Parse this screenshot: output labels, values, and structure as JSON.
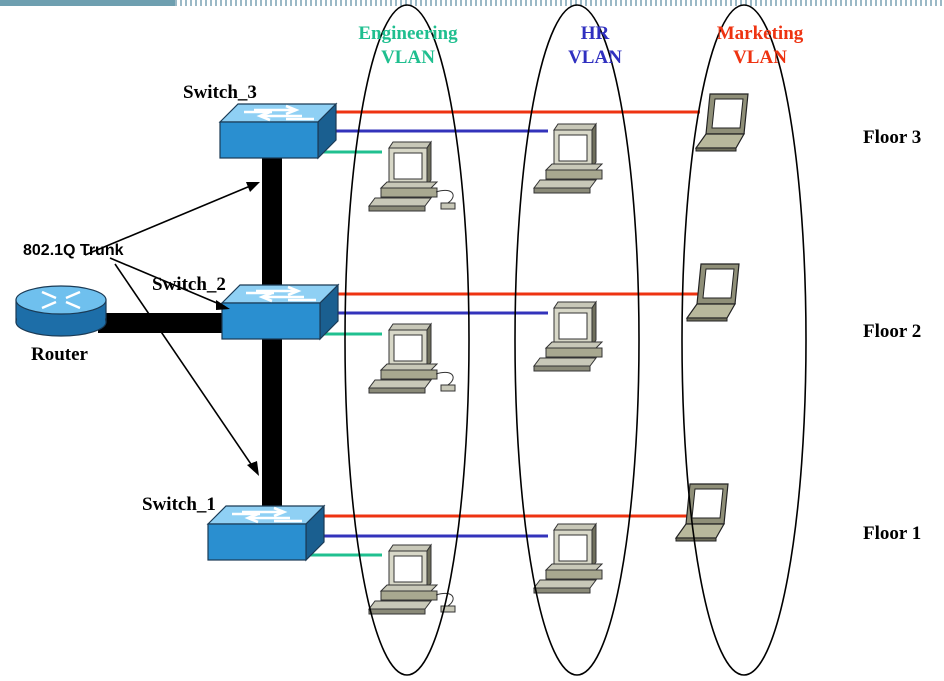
{
  "vlans": [
    {
      "line1": "Engineering",
      "line2": "VLAN",
      "color": "#1fbf8f"
    },
    {
      "line1": "HR",
      "line2": "VLAN",
      "color": "#3030c0"
    },
    {
      "line1": "Marketing",
      "line2": "VLAN",
      "color": "#ee3311"
    }
  ],
  "switches": [
    "Switch_3",
    "Switch_2",
    "Switch_1"
  ],
  "router": "Router",
  "trunk": "802.1Q Trunk",
  "floors": [
    "Floor 3",
    "Floor 2",
    "Floor 1"
  ],
  "colors": {
    "engineering_link": "#20c090",
    "hr_link": "#3333bb",
    "marketing_link": "#ee3311",
    "switch_body": "#2a8fd0",
    "router_body": "#2a8fd0",
    "trunk": "#000000",
    "header_bar": "#7aa7b8"
  }
}
